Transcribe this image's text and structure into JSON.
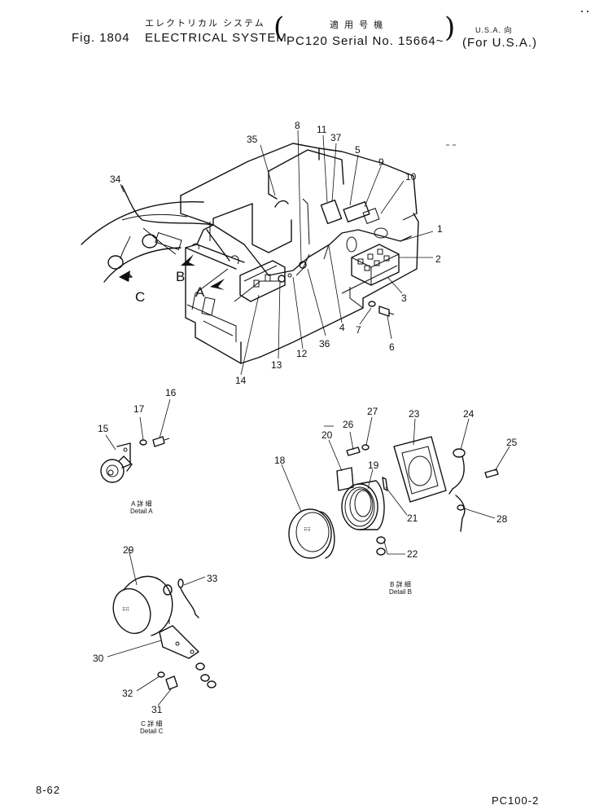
{
  "header": {
    "fig_label": "Fig. 1804",
    "jp_title": "エレクトリカル システム",
    "title": "ELECTRICAL SYSTEM",
    "jp_applicable": "適 用 号 機",
    "serial": "PC120 Serial No. 15664~",
    "jp_region": "U.S.A. 向",
    "region": "(For U.S.A.)"
  },
  "view_letters": [
    "A",
    "B",
    "C"
  ],
  "part_numbers": [
    "1",
    "2",
    "3",
    "4",
    "5",
    "6",
    "7",
    "8",
    "9",
    "10",
    "11",
    "12",
    "13",
    "14",
    "15",
    "16",
    "17",
    "18",
    "19",
    "20",
    "21",
    "22",
    "23",
    "24",
    "25",
    "26",
    "27",
    "28",
    "29",
    "30",
    "31",
    "32",
    "33",
    "34",
    "35",
    "36",
    "37"
  ],
  "details": {
    "a": {
      "jp": "A 詳 細",
      "en": "Detail A"
    },
    "b": {
      "jp": "B 詳 細",
      "en": "Detail B"
    },
    "c": {
      "jp": "C 詳 細",
      "en": "Detail C"
    }
  },
  "footer": {
    "page": "8-62",
    "model": "PC100-2"
  }
}
